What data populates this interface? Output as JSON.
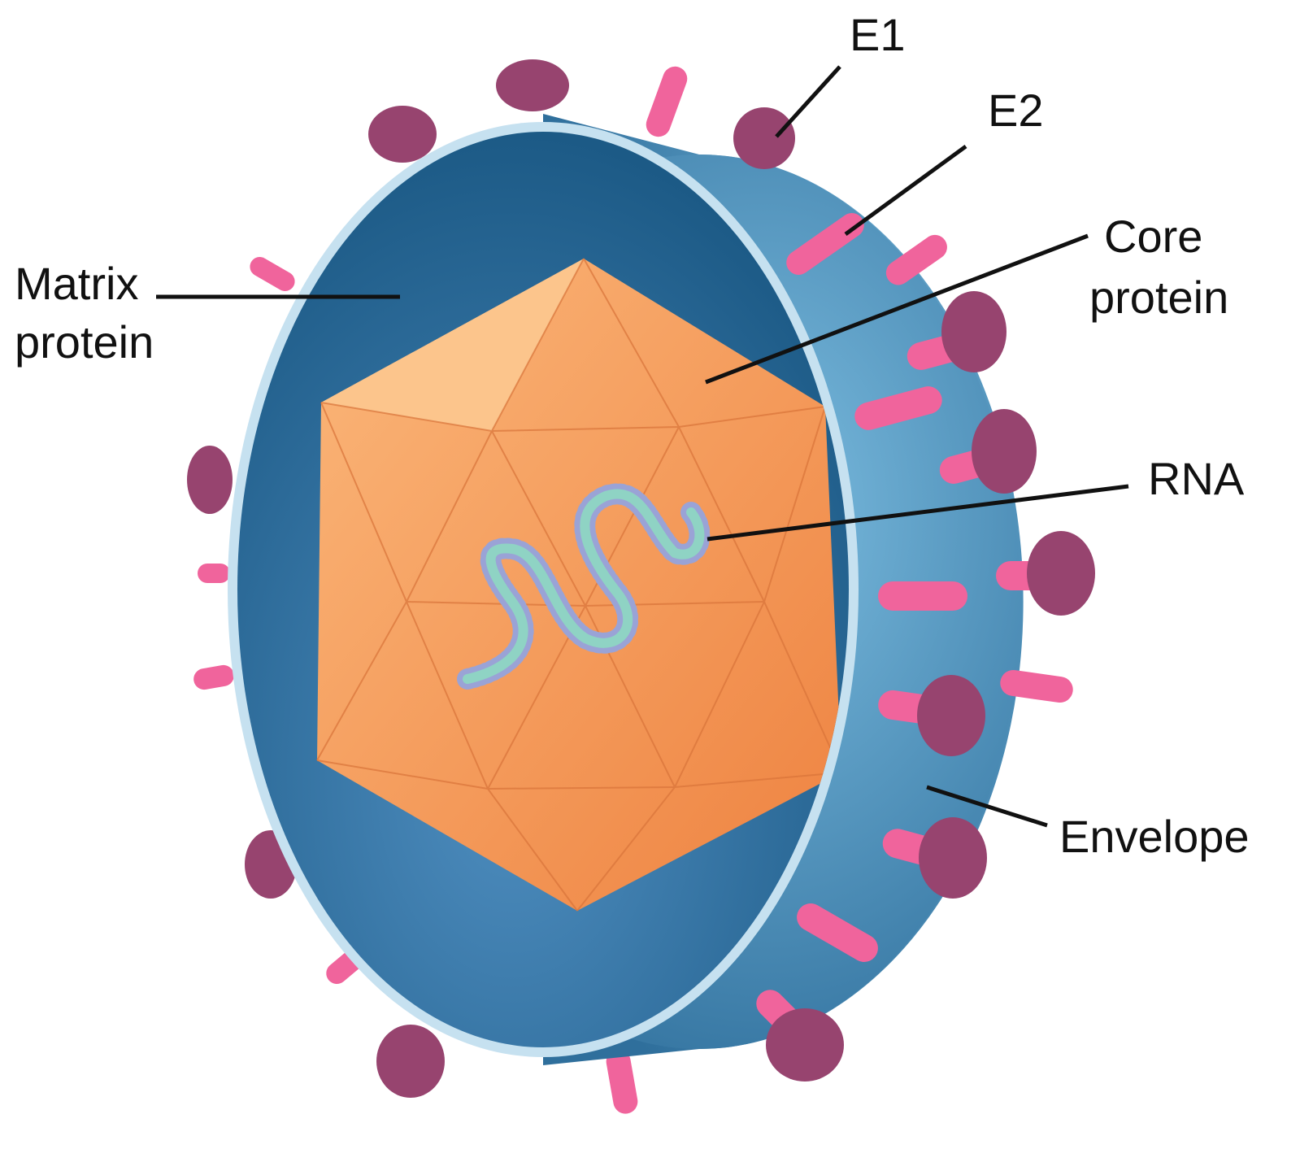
{
  "title": "Enveloped virus structure",
  "labels": {
    "e1": "E1",
    "e2": "E2",
    "core_line1": "Core",
    "core_line2": "protein",
    "rna": "RNA",
    "envelope": "Envelope",
    "matrix_line1": "Matrix",
    "matrix_line2": "protein"
  },
  "colors": {
    "envelope_side": "#5aa2cb",
    "matrix_inner": "#22628f",
    "rim": "#c6e1f0",
    "capsid": "#f5954f",
    "spike_rod": "#f0649c",
    "spike_knob": "#97446f",
    "rna": "#8fd3c4"
  }
}
